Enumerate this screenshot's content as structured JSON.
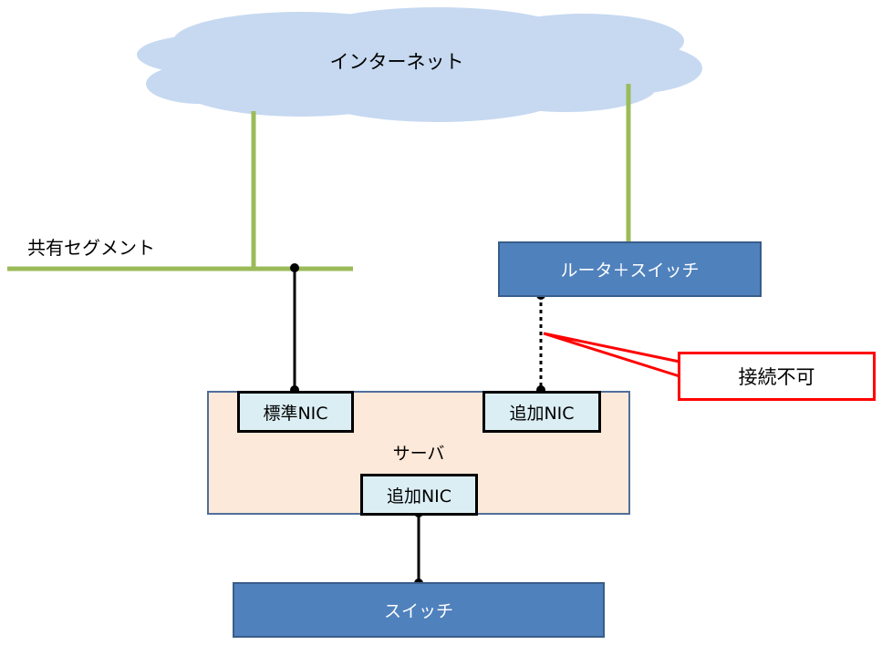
{
  "diagram": {
    "title": "Network topology",
    "nodes": {
      "internet": {
        "label": "インターネット",
        "type": "cloud"
      },
      "shared_segment": {
        "label": "共有セグメント",
        "type": "network-line"
      },
      "router_switch": {
        "label": "ルータ＋スイッチ",
        "type": "device"
      },
      "server": {
        "label": "サーバ",
        "type": "host"
      },
      "nic_standard": {
        "label": "標準NIC",
        "type": "nic"
      },
      "nic_additional_top": {
        "label": "追加NIC",
        "type": "nic"
      },
      "nic_additional_bottom": {
        "label": "追加NIC",
        "type": "nic"
      },
      "switch": {
        "label": "スイッチ",
        "type": "device"
      }
    },
    "edges": [
      {
        "from": "internet",
        "to": "shared_segment",
        "style": "green-solid"
      },
      {
        "from": "internet",
        "to": "router_switch",
        "style": "green-solid"
      },
      {
        "from": "shared_segment",
        "to": "nic_standard",
        "style": "black-solid"
      },
      {
        "from": "router_switch",
        "to": "nic_additional_top",
        "style": "black-dotted",
        "status": "unavailable"
      },
      {
        "from": "nic_additional_bottom",
        "to": "switch",
        "style": "black-solid"
      }
    ],
    "callout": {
      "label": "接続不可",
      "target": "router_switch-to-nic_additional_top"
    },
    "colors": {
      "cloud": "#c6d9f1",
      "network_line": "#9bbb59",
      "device_fill": "#4f81bd",
      "device_border": "#385d8a",
      "server_fill": "#fde9d9",
      "nic_fill": "#dbeef4",
      "callout_border": "#ff0000"
    }
  }
}
